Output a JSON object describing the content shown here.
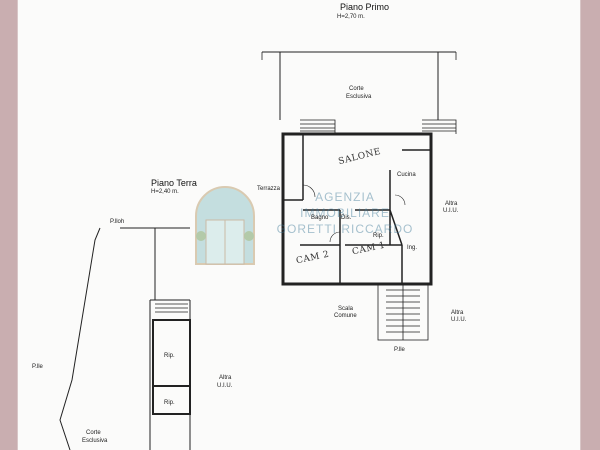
{
  "first_floor": {
    "title": "Piano Primo",
    "height": "H=2,70 m.",
    "rooms": {
      "corte": "Corte",
      "esclusiva": "Esclusiva",
      "salone": "SALONE",
      "cucina": "Cucina",
      "terrazza": "Terrazza",
      "bagno": "Bagno",
      "dis": "Dis.",
      "rip": "Rip.",
      "ing": "Ing.",
      "cam2": "CAM 2",
      "cam1": "CAM 1",
      "altra": "Altra",
      "uiu": "U.I.U.",
      "scala": "Scala",
      "comune": "Comune",
      "altra_uiu": "Altra U.I.U.",
      "pile": "P.lle"
    }
  },
  "ground_floor": {
    "title": "Piano Terra",
    "height": "H=2,40 m.",
    "labels": {
      "pilloh": "P.lloh",
      "pile": "P.lle",
      "rip_top": "Rip.",
      "rip_bottom": "Rip.",
      "altra": "Altra",
      "uiu": "U.I.U.",
      "corte": "Corte",
      "esclusiva": "Esclusiva"
    }
  },
  "watermark": {
    "line1": "AGENZIA",
    "line2": "IMMOBILIARE",
    "line3": "GORETTI RICCARDO"
  }
}
